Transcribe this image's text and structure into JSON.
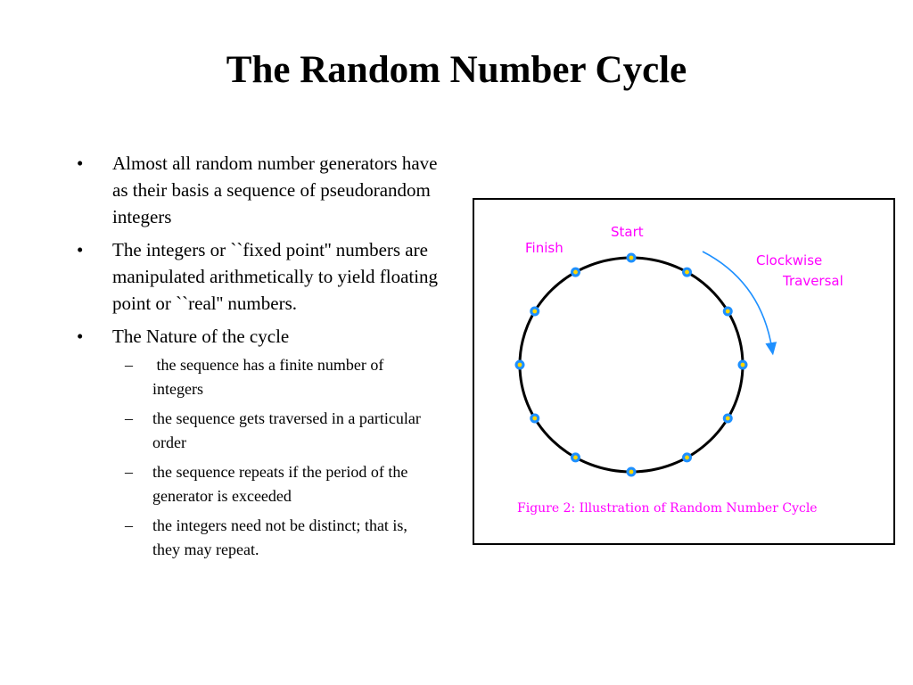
{
  "title": "The Random Number Cycle",
  "bullets": [
    {
      "text": "Almost all random number generators have as their basis a sequence of pseudorandom integers",
      "sub": []
    },
    {
      "text": "The integers or ``fixed point'' numbers are manipulated arithmetically to yield floating point or ``real'' numbers.",
      "sub": []
    },
    {
      "text": "The Nature of the cycle",
      "sub": [
        " the sequence has a finite number of integers",
        "the sequence gets traversed in a particular order",
        "the sequence repeats if the period of the generator is exceeded",
        "the integers need not be distinct; that is, they may repeat."
      ]
    }
  ],
  "bullet_mark": "•",
  "sub_mark": "–",
  "figure": {
    "start_label": "Start",
    "finish_label": "Finish",
    "direction_label_1": "Clockwise",
    "direction_label_2": "Traversal",
    "caption": "Figure 2: Illustration of Random Number Cycle",
    "node_count": 12,
    "colors": {
      "label": "#ff00ff",
      "arrow": "#1e90ff",
      "node_fill": "#1e90ff",
      "node_ring": "#ffd700",
      "circle": "#000000"
    }
  }
}
